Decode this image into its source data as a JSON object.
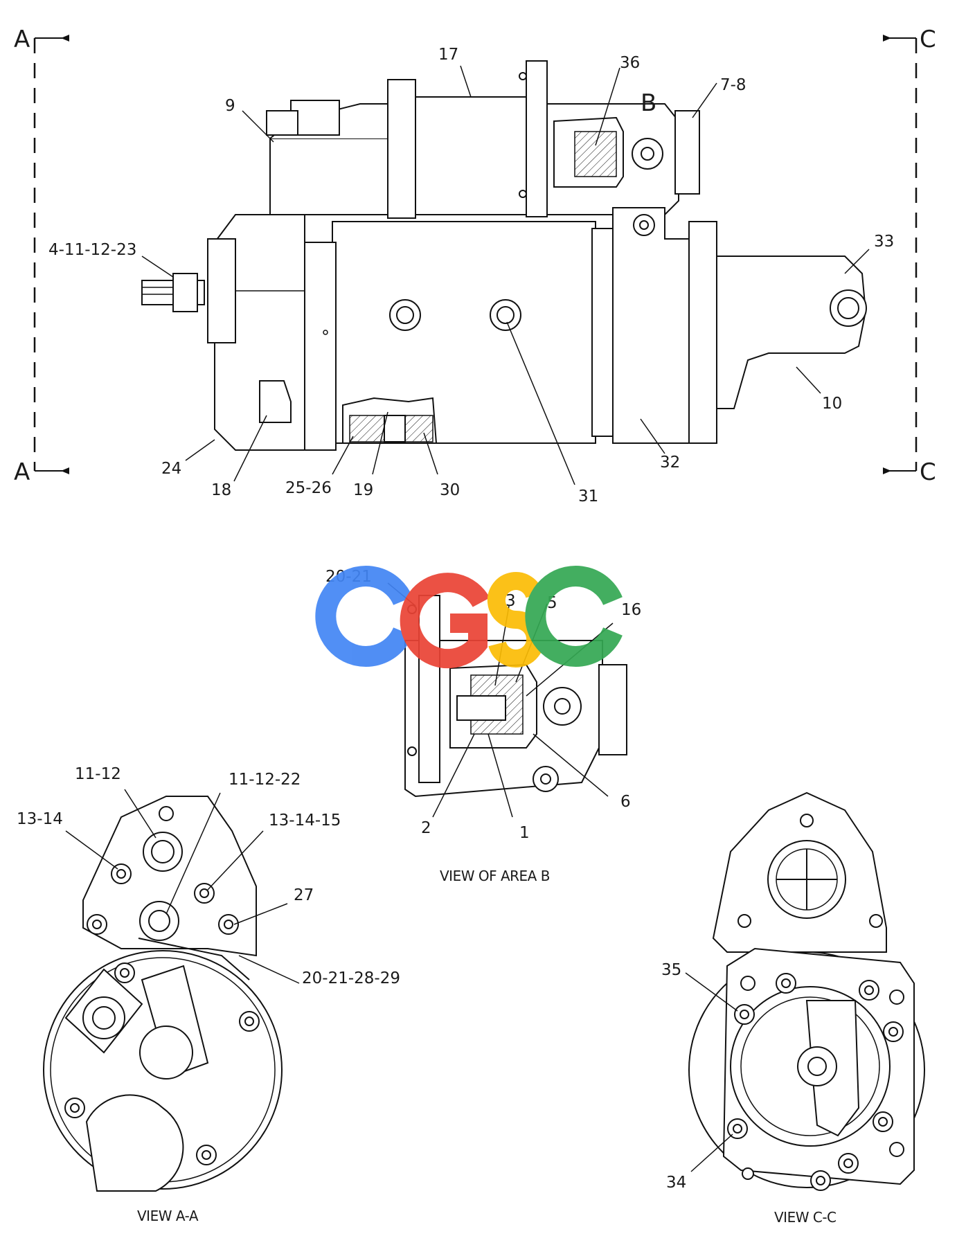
{
  "watermark": {
    "letters": [
      "C",
      "G",
      "S",
      "C"
    ],
    "colors": [
      "#4285F4",
      "#EA4335",
      "#FBBC05",
      "#34A853"
    ]
  },
  "section_markers": {
    "a_top": "A",
    "a_bottom": "A",
    "c_top": "C",
    "c_bottom": "C",
    "b_detail": "B"
  },
  "main_view": {
    "callouts": [
      "17",
      "36",
      "7-8",
      "9",
      "4-11-12-23",
      "33",
      "10",
      "24",
      "18",
      "25-26",
      "19",
      "30",
      "31",
      "32"
    ]
  },
  "view_area_b": {
    "caption": "VIEW OF AREA B",
    "callouts": [
      "20-21",
      "3",
      "5",
      "16",
      "2",
      "1",
      "6"
    ]
  },
  "view_a_a": {
    "caption": "VIEW A-A",
    "callouts": [
      "11-12",
      "11-12-22",
      "13-14",
      "13-14-15",
      "27",
      "20-21-28-29"
    ]
  },
  "view_c_c": {
    "caption": "VIEW C-C",
    "callouts": [
      "35",
      "34"
    ]
  }
}
